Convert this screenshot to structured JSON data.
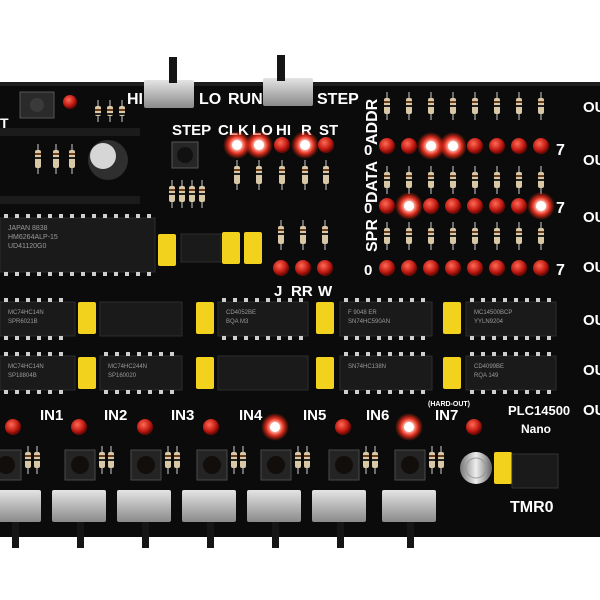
{
  "board": {
    "name": "PLC14500",
    "variant": "Nano",
    "timer_label": "TMR0"
  },
  "switch_labels": {
    "hi": "HI",
    "lo": "LO",
    "run": "RUN",
    "step": "STEP"
  },
  "step_button_label": "STEP",
  "status_labels": [
    "CLK",
    "LO",
    "HI",
    "R",
    "ST"
  ],
  "register_labels": [
    "J",
    "RR",
    "W"
  ],
  "bus_labels": {
    "addr": "ADDR",
    "data": "DATA",
    "spr": "SPR",
    "low_bit": "0",
    "high_bit": "7"
  },
  "input_labels": [
    "IN1",
    "IN2",
    "IN3",
    "IN4",
    "IN5",
    "IN6",
    "IN7"
  ],
  "input_note": "(HARD-OUT)",
  "output_label_fragment": "OU",
  "chips": [
    {
      "id": "ic-cpu",
      "text": [
        "JAPAN 8838",
        "HM6264ALP-15",
        "UD41120G0"
      ]
    },
    {
      "id": "ic-1",
      "text": [
        "MC74HC14N",
        "SPR6021B"
      ]
    },
    {
      "id": "ic-2",
      "text": [
        "CD4052BE",
        "BQA M3"
      ]
    },
    {
      "id": "ic-3",
      "text": [
        "F 9048 ER",
        "SN74HC590AN"
      ]
    },
    {
      "id": "ic-4",
      "text": [
        "MC14500BCP",
        "YYLN9204"
      ]
    },
    {
      "id": "ic-5",
      "text": [
        "MC74HC14N",
        "SP18804B"
      ]
    },
    {
      "id": "ic-6",
      "text": [
        "MC74HC244N",
        "SP160020"
      ]
    },
    {
      "id": "ic-7",
      "text": [
        "CD4099BE",
        "RQA 149"
      ]
    },
    {
      "id": "ic-8",
      "text": [
        "SN74HC138N",
        ""
      ]
    }
  ],
  "led_states": {
    "status": [
      true,
      true,
      false,
      true,
      false
    ],
    "registers": [
      false,
      false,
      false
    ],
    "addr": [
      false,
      false,
      true,
      true,
      false,
      false,
      false,
      false
    ],
    "data": [
      false,
      true,
      false,
      false,
      false,
      false,
      false,
      true
    ],
    "spr": [
      false,
      false,
      false,
      false,
      false,
      false,
      false,
      false
    ],
    "inputs": [
      false,
      false,
      false,
      true,
      false,
      true,
      false
    ]
  },
  "colors": {
    "pcb": "#0b0b0b",
    "silkscreen": "#ffffff",
    "led_on": "#ff3b2a",
    "led_off": "#c01a12",
    "capacitor": "#f2d21c"
  }
}
